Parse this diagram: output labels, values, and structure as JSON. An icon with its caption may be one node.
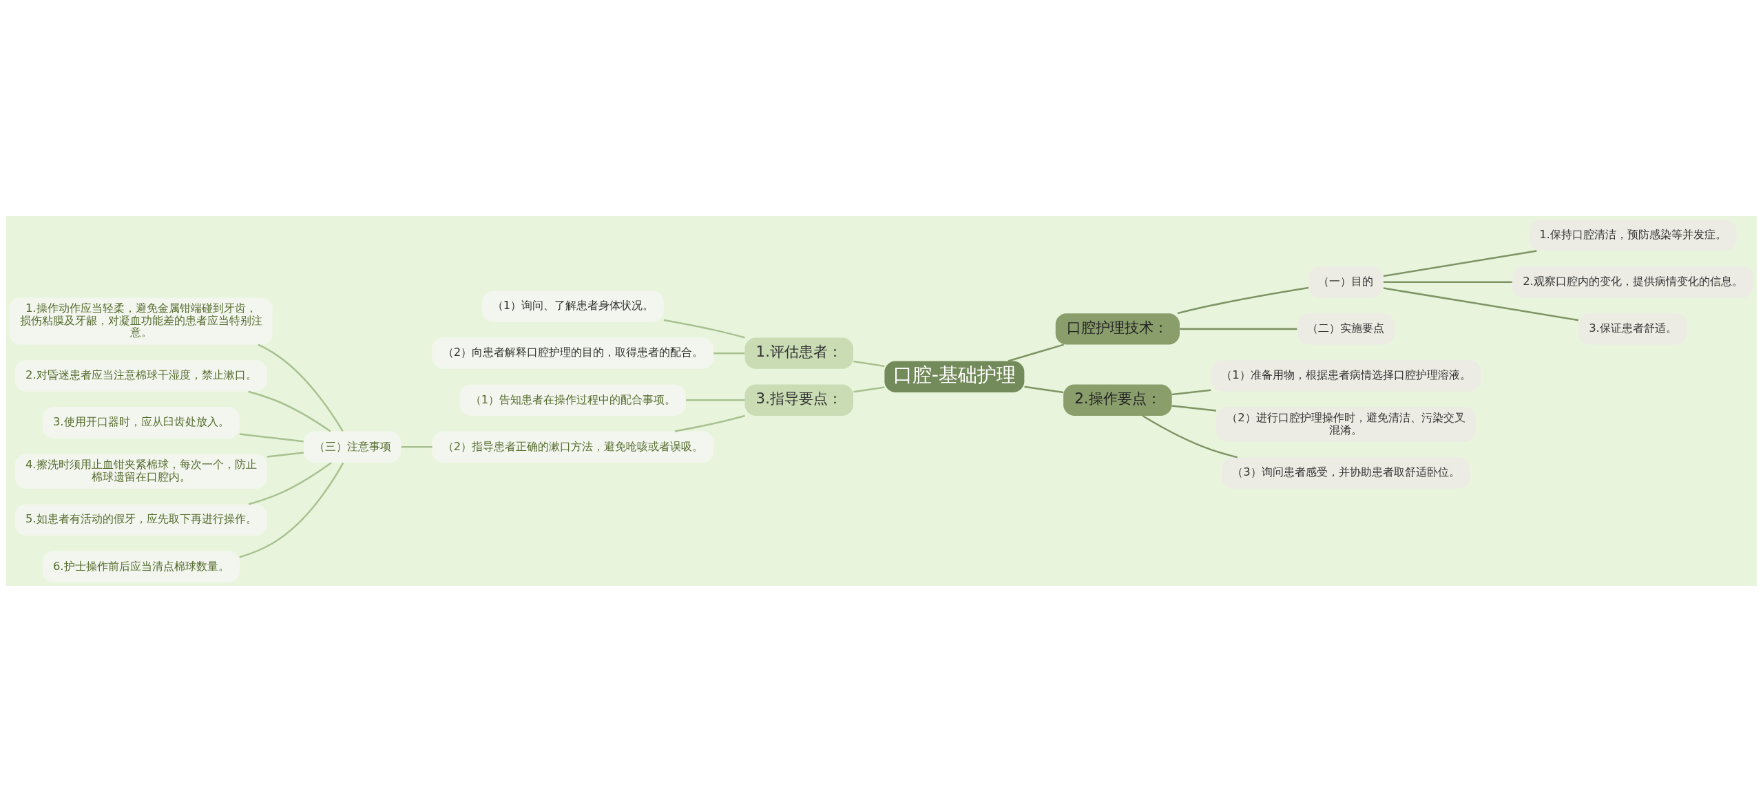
{
  "diagram": {
    "nodes": [
      {
        "text": [
          "口腔-基础护理"
        ]
      },
      {
        "text": [
          "1.评估患者："
        ]
      },
      {
        "text": [
          "（1）询问、了解患者身体状况。"
        ]
      },
      {
        "text": [
          "（2）向患者解释口腔护理的目的，取得患者的配合。"
        ]
      },
      {
        "text": [
          "3.指导要点："
        ]
      },
      {
        "text": [
          "（1）告知患者在操作过程中的配合事项。"
        ]
      },
      {
        "text": [
          "（2）指导患者正确的漱口方法，避免呛咳或者误吸。"
        ]
      },
      {
        "text": [
          "（三）注意事项"
        ]
      },
      {
        "text": [
          "1.操作动作应当轻柔，避免金属钳端碰到牙齿，损伤粘膜及牙龈，对凝血功能差的患者应当特别注意。"
        ]
      },
      {
        "text": [
          "2.对昏迷患者应当注意棉球干湿度，禁止漱口。"
        ]
      },
      {
        "text": [
          "3.使用开口器时，应从臼齿处放入。"
        ]
      },
      {
        "text": [
          "4.擦洗时须用止血钳夹紧棉球，每次一个，防止棉球遗留在口腔内。"
        ]
      },
      {
        "text": [
          "5.如患者有活动的假牙，应先取下再进行操作。"
        ]
      },
      {
        "text": [
          "6.护士操作前后应当清点棉球数量。"
        ]
      },
      {
        "text": [
          "口腔护理技术："
        ]
      },
      {
        "text": [
          "（一）目的"
        ]
      },
      {
        "text": [
          "1.保持口腔清洁，预防感染等并发症。"
        ]
      },
      {
        "text": [
          "2.观察口腔内的变化，提供病情变化的信息。"
        ]
      },
      {
        "text": [
          "3.保证患者舒适。"
        ]
      },
      {
        "text": [
          "（二）实施要点"
        ]
      },
      {
        "text": [
          "2.操作要点："
        ]
      },
      {
        "text": [
          "（1）准备用物，根据患者病情选择口腔护理溶液。"
        ]
      },
      {
        "text": [
          "（2）进行口腔护理操作时，避免清洁、污染交叉混淆。"
        ]
      },
      {
        "text": [
          "（3）询问患者感受，并协助患者取舒适卧位。"
        ]
      }
    ],
    "edges": [
      {
        "from": 1,
        "to": 0,
        "arrow": "none"
      },
      {
        "from": 2,
        "to": 1,
        "arrow": "none"
      },
      {
        "from": 3,
        "to": 1,
        "arrow": "none"
      },
      {
        "from": 4,
        "to": 0,
        "arrow": "none"
      },
      {
        "from": 5,
        "to": 4,
        "arrow": "none"
      },
      {
        "from": 6,
        "to": 4,
        "arrow": "none"
      },
      {
        "from": 7,
        "to": 6,
        "arrow": "none"
      },
      {
        "from": 8,
        "to": 7,
        "arrow": "none"
      },
      {
        "from": 9,
        "to": 7,
        "arrow": "none"
      },
      {
        "from": 10,
        "to": 7,
        "arrow": "none"
      },
      {
        "from": 11,
        "to": 7,
        "arrow": "none"
      },
      {
        "from": 12,
        "to": 7,
        "arrow": "none"
      },
      {
        "from": 13,
        "to": 7,
        "arrow": "none"
      },
      {
        "from": 0,
        "to": 14,
        "arrow": "none",
        "color": "#7f9464"
      },
      {
        "from": 14,
        "to": 15,
        "arrow": "none",
        "color": "#7f9464"
      },
      {
        "from": 15,
        "to": 16,
        "arrow": "none",
        "color": "#7f9464"
      },
      {
        "from": 15,
        "to": 17,
        "arrow": "none",
        "color": "#7f9464"
      },
      {
        "from": 15,
        "to": 18,
        "arrow": "none",
        "color": "#7f9464"
      },
      {
        "from": 14,
        "to": 19,
        "arrow": "none",
        "color": "#7f9464"
      },
      {
        "from": 0,
        "to": 20,
        "arrow": "none",
        "color": "#7f9464"
      },
      {
        "from": 20,
        "to": 21,
        "arrow": "none",
        "color": "#7f9464"
      },
      {
        "from": 20,
        "to": 22,
        "arrow": "none",
        "color": "#7f9464"
      },
      {
        "from": 20,
        "to": 23,
        "arrow": "none",
        "color": "#7f9464"
      }
    ]
  }
}
